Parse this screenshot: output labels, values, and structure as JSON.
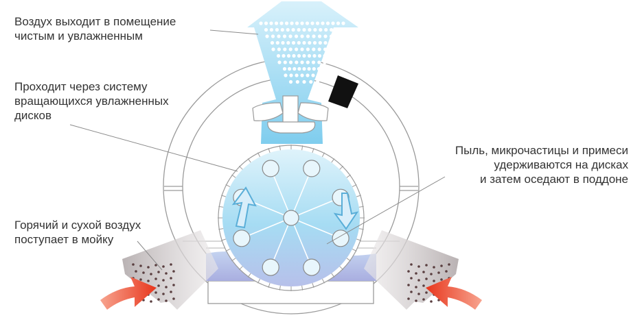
{
  "labels": {
    "outlet": {
      "line1": "Воздух выходит в помещение",
      "line2": "чистым и увлажненным"
    },
    "discs": {
      "line1": "Проходит через систему",
      "line2": "вращающихся увлажненных",
      "line3": "дисков"
    },
    "dust": {
      "line1": "Пыль, микрочастицы и примеси",
      "line2": "удерживаются на дисках",
      "line3": "и затем оседают в поддоне"
    },
    "inlet": {
      "line1": "Горячий и сухой воздух",
      "line2": "поступает в мойку"
    }
  },
  "colors": {
    "clean_air": "#bfe6f8",
    "clean_air_dark": "#8fd1f0",
    "water": "#b9c2ea",
    "dirty_air": "#c9c3c4",
    "inlet_arrow": "#f04a2d",
    "outline": "#9a9a9a",
    "text": "#333333"
  }
}
